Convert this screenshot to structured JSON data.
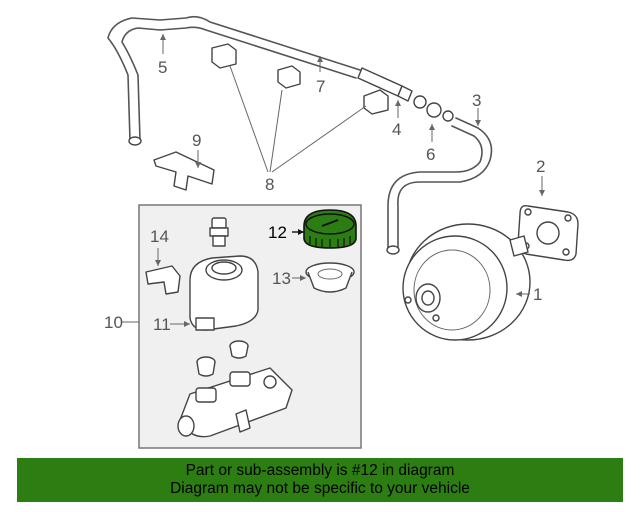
{
  "diagram": {
    "callouts": {
      "c1": "1",
      "c2": "2",
      "c3": "3",
      "c4": "4",
      "c5": "5",
      "c6": "6",
      "c7": "7",
      "c8": "8",
      "c9": "9",
      "c10": "10",
      "c11": "11",
      "c12": "12",
      "c13": "13",
      "c14": "14"
    },
    "highlight_color": "#2c7d12",
    "highlighted_part": "12"
  },
  "banner": {
    "line1": "Part or sub-assembly is #12 in diagram",
    "line2": "Diagram may not be specific to your vehicle",
    "color": "#2c7d12"
  }
}
